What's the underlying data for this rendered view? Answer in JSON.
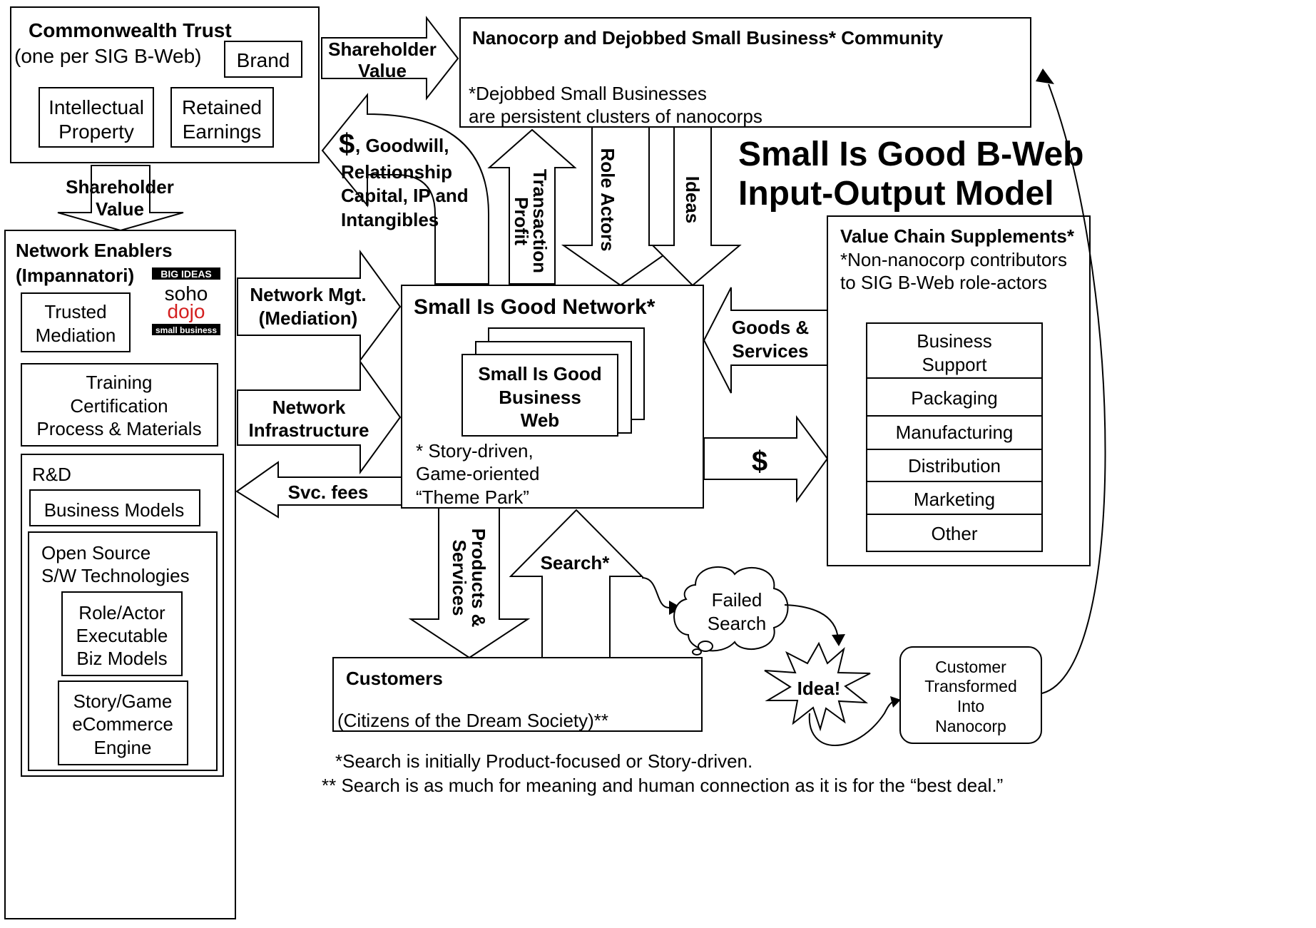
{
  "title": {
    "line1": "Small Is Good B-Web",
    "line2": "Input-Output Model"
  },
  "commonwealth": {
    "title": "Commonwealth Trust",
    "subtitle": "(one per SIG B-Web)",
    "brand": "Brand",
    "ip": [
      "Intellectual",
      "Property"
    ],
    "earnings": [
      "Retained",
      "Earnings"
    ]
  },
  "nanocorp": {
    "title": "Nanocorp and Dejobbed Small Business* Community",
    "note": [
      "*Dejobbed Small Businesses",
      "are persistent clusters of nanocorps"
    ]
  },
  "enablers": {
    "title": [
      "Network Enablers",
      "(Impannatori)"
    ],
    "logo": {
      "top": "BIG IDEAS",
      "soho": "soho",
      "dojo": "dojo",
      "bottom": "small business",
      "red": "#d42020"
    },
    "trusted": [
      "Trusted",
      "Mediation"
    ],
    "training": [
      "Training",
      "Certification",
      "Process & Materials"
    ],
    "rd": "R&D",
    "business_models": "Business Models",
    "open_source": [
      "Open Source",
      "S/W Technologies"
    ],
    "role_actor": [
      "Role/Actor",
      "Executable",
      "Biz Models"
    ],
    "story_game": [
      "Story/Game",
      "eCommerce",
      "Engine"
    ]
  },
  "network": {
    "title": "Small Is Good Network*",
    "bweb": [
      "Small Is Good",
      "Business",
      "Web"
    ],
    "note": [
      "* Story-driven,",
      "Game-oriented",
      "“Theme Park”"
    ]
  },
  "supplements": {
    "title": "Value Chain Supplements*",
    "note": [
      "*Non-nanocorp contributors",
      "to SIG B-Web role-actors"
    ],
    "items": [
      [
        "Business",
        "Support"
      ],
      [
        "Packaging"
      ],
      [
        "Manufacturing"
      ],
      [
        "Distribution"
      ],
      [
        "Marketing"
      ],
      [
        "Other"
      ]
    ]
  },
  "customers": {
    "title": "Customers",
    "note": "(Citizens of the Dream Society)**"
  },
  "arrows": {
    "shareholder_right": [
      "Shareholder",
      "Value"
    ],
    "shareholder_down": [
      "Shareholder",
      "Value"
    ],
    "goodwill_dollar": "$",
    "goodwill": [
      ", Goodwill,",
      "Relationship",
      "Capital, IP and",
      "Intangibles"
    ],
    "transaction": [
      "Transaction",
      "Profit"
    ],
    "role_actors": "Role Actors",
    "ideas": "Ideas",
    "network_mgt": [
      "Network Mgt.",
      "(Mediation)"
    ],
    "network_infra": [
      "Network",
      "Infrastructure"
    ],
    "svc_fees": "Svc. fees",
    "goods": [
      "Goods &",
      "Services"
    ],
    "dollar": "$",
    "products": [
      "Products &",
      "Services"
    ],
    "search": "Search*"
  },
  "failed_search": [
    "Failed",
    "Search"
  ],
  "idea": "Idea!",
  "transformed": [
    "Customer",
    "Transformed",
    "Into",
    "Nanocorp"
  ],
  "footnotes": [
    "*Search is initially Product-focused or Story-driven.",
    "** Search is as much for meaning and human connection as it is for the “best deal.”"
  ]
}
